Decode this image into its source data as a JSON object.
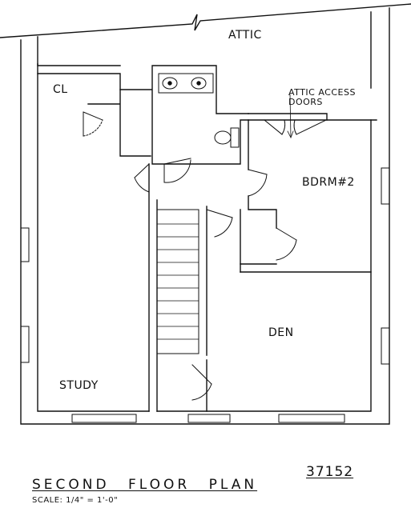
{
  "rooms": {
    "attic": "ATTIC",
    "closet": "CL",
    "bedroom2": "BDRM#2",
    "den": "DEN",
    "study": "STUDY"
  },
  "annotations": {
    "attic_access_line1": "ATTIC ACCESS",
    "attic_access_line2": "DOORS"
  },
  "title_block": {
    "title": "SECOND FLOOR PLAN",
    "scale": "SCALE: 1/4\" = 1'-0\"",
    "plan_number": "37152"
  }
}
